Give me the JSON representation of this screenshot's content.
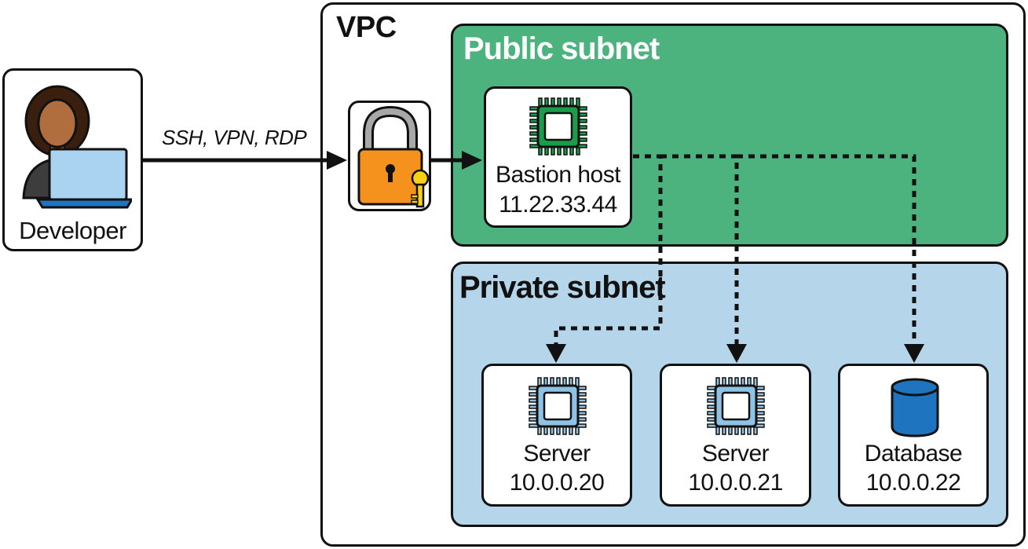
{
  "vpc": {
    "label": "VPC"
  },
  "public_subnet": {
    "label": "Public subnet",
    "color": "#4db37e"
  },
  "private_subnet": {
    "label": "Private subnet",
    "color": "#b4d5ea"
  },
  "developer": {
    "label": "Developer",
    "icon": "developer-with-laptop-icon"
  },
  "connection": {
    "label": "SSH, VPN, RDP"
  },
  "lock": {
    "icon": "padlock-with-key-icon",
    "color": "#f5921e"
  },
  "bastion": {
    "name": "Bastion host",
    "ip": "11.22.33.44",
    "icon": "cpu-chip-icon",
    "color": "#1a9c4a"
  },
  "servers": [
    {
      "name": "Server",
      "ip": "10.0.0.20",
      "icon": "cpu-chip-icon"
    },
    {
      "name": "Server",
      "ip": "10.0.0.21",
      "icon": "cpu-chip-icon"
    }
  ],
  "database": {
    "name": "Database",
    "ip": "10.0.0.22",
    "icon": "database-cylinder-icon",
    "color": "#1f74c0"
  },
  "chip_light_color": "#8fc3e6"
}
